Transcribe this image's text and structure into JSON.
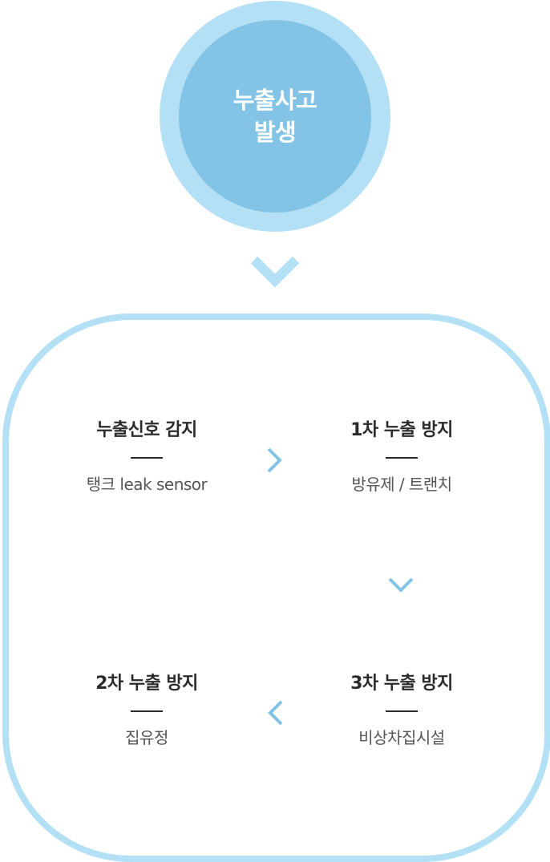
{
  "incident": {
    "line1": "누출사고",
    "line2": "발생"
  },
  "steps": {
    "detect": {
      "title": "누출신호 감지",
      "desc": "탱크 leak sensor"
    },
    "first": {
      "title": "1차 누출 방지",
      "desc": "방유제 / 트랜치"
    },
    "third": {
      "title": "3차 누출 방지",
      "desc": "비상차집시설"
    },
    "second": {
      "title": "2차 누출 방지",
      "desc": "집유정"
    }
  },
  "colors": {
    "outer_circle": "#b3e0f5",
    "inner_circle": "#83c4e6",
    "box_border": "#b3e0f5",
    "chevron_large": "#b3e0f5",
    "chevron_small": "#83c4e6",
    "title_text": "#2b2b2b",
    "desc_text": "#555555"
  },
  "icons": {
    "main_arrow": "chevron-down-icon",
    "flow_arrows": [
      "chevron-right-icon",
      "chevron-down-icon",
      "chevron-left-icon"
    ]
  }
}
